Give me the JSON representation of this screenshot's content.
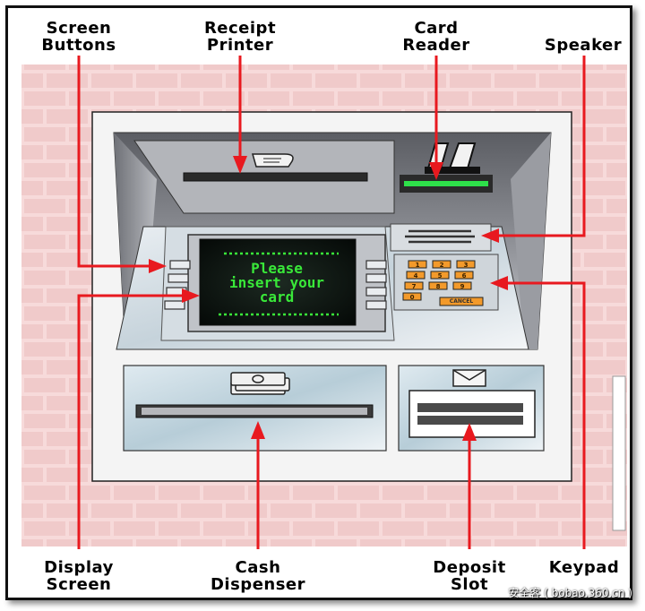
{
  "labels": {
    "screen_buttons": [
      "Screen",
      "Buttons"
    ],
    "receipt_printer": [
      "Receipt",
      "Printer"
    ],
    "card_reader": [
      "Card",
      "Reader"
    ],
    "speaker": [
      "Speaker"
    ],
    "display_screen": [
      "Display",
      "Screen"
    ],
    "cash_dispenser": [
      "Cash",
      "Dispenser"
    ],
    "deposit_slot": [
      "Deposit",
      "Slot"
    ],
    "keypad": [
      "Keypad"
    ]
  },
  "screen": {
    "lines": [
      "Please",
      "insert your",
      "card"
    ]
  },
  "keypad": {
    "keys": [
      "1",
      "2",
      "3",
      "4",
      "5",
      "6",
      "7",
      "8",
      "9",
      "0"
    ],
    "cancel_label": "CANCEL"
  },
  "watermark": "安全客 ( bobao.360.cn )",
  "colors": {
    "arrow": "#e8191f",
    "screen_text": "#39e839",
    "keypad_key": "#f39a2b",
    "wall": "#f6dcdc"
  }
}
